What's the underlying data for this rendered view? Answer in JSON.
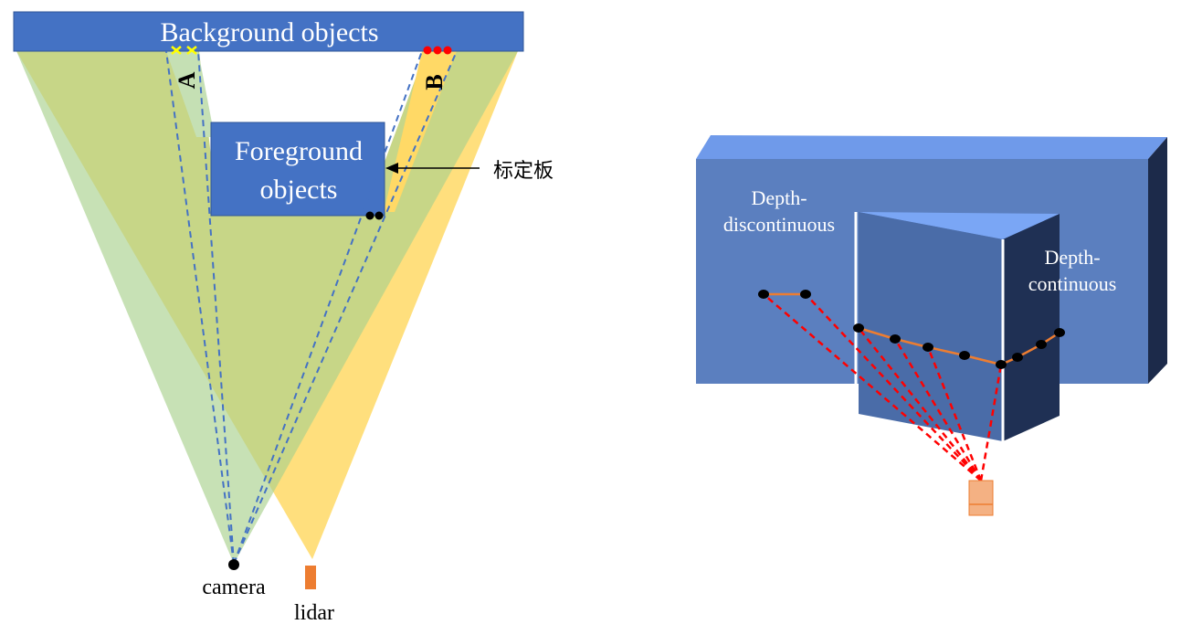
{
  "left_diagram": {
    "background_label": "Background objects",
    "foreground_label_line1": "Foreground",
    "foreground_label_line2": "objects",
    "callout_label": "标定板",
    "region_a_label": "A",
    "region_b_label": "B",
    "camera_label": "camera",
    "lidar_label": "lidar"
  },
  "right_diagram": {
    "left_edge_label_line1": "Depth-",
    "left_edge_label_line2": "discontinuous",
    "right_edge_label_line1": "Depth-",
    "right_edge_label_line2": "continuous"
  },
  "colors": {
    "box_blue": "#4472c4",
    "camera_fov_green": "#a9d18e",
    "lidar_fov_yellow": "#ffd966",
    "ray_dashed_blue": "#4472c4",
    "lidar_ray_red": "#ff0000",
    "scan_line_orange": "#ed7d31",
    "lidar_body_orange": "#f4b183",
    "lidar_marker_orange": "#ed7d31",
    "cross_marker_yellow": "#ffff00",
    "dot_red": "#ff0000",
    "dot_black": "#000000"
  }
}
